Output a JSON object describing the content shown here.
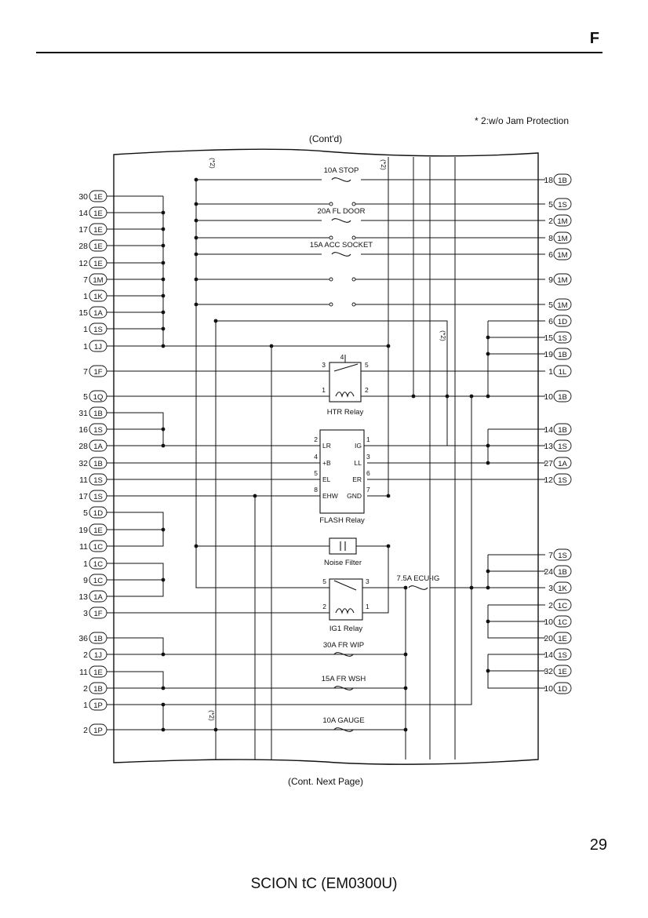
{
  "header": {
    "section": "F"
  },
  "footer": {
    "page_number": "29",
    "doc_title": "SCION tC (EM0300U)"
  },
  "diagram": {
    "note": "* 2:w/o Jam Protection",
    "cont_top": "(Cont'd)",
    "cont_bottom": "(Cont. Next Page)",
    "marker": "(*2)",
    "left_pins": [
      {
        "num": "30",
        "conn": "1E"
      },
      {
        "num": "14",
        "conn": "1E"
      },
      {
        "num": "17",
        "conn": "1E"
      },
      {
        "num": "28",
        "conn": "1E"
      },
      {
        "num": "12",
        "conn": "1E"
      },
      {
        "num": "7",
        "conn": "1M"
      },
      {
        "num": "1",
        "conn": "1K"
      },
      {
        "num": "15",
        "conn": "1A"
      },
      {
        "num": "1",
        "conn": "1S"
      },
      {
        "num": "1",
        "conn": "1J"
      },
      {
        "num": "7",
        "conn": "1F"
      },
      {
        "num": "5",
        "conn": "1Q"
      },
      {
        "num": "31",
        "conn": "1B"
      },
      {
        "num": "16",
        "conn": "1S"
      },
      {
        "num": "28",
        "conn": "1A"
      },
      {
        "num": "32",
        "conn": "1B"
      },
      {
        "num": "11",
        "conn": "1S"
      },
      {
        "num": "17",
        "conn": "1S"
      },
      {
        "num": "5",
        "conn": "1D"
      },
      {
        "num": "19",
        "conn": "1E"
      },
      {
        "num": "11",
        "conn": "1C"
      },
      {
        "num": "1",
        "conn": "1C"
      },
      {
        "num": "9",
        "conn": "1C"
      },
      {
        "num": "13",
        "conn": "1A"
      },
      {
        "num": "3",
        "conn": "1F"
      },
      {
        "num": "36",
        "conn": "1B"
      },
      {
        "num": "2",
        "conn": "1J"
      },
      {
        "num": "11",
        "conn": "1E"
      },
      {
        "num": "2",
        "conn": "1B"
      },
      {
        "num": "1",
        "conn": "1P"
      },
      {
        "num": "2",
        "conn": "1P"
      }
    ],
    "right_pins": [
      {
        "num": "18",
        "conn": "1B"
      },
      {
        "num": "5",
        "conn": "1S"
      },
      {
        "num": "2",
        "conn": "1M"
      },
      {
        "num": "8",
        "conn": "1M"
      },
      {
        "num": "6",
        "conn": "1M"
      },
      {
        "num": "9",
        "conn": "1M"
      },
      {
        "num": "5",
        "conn": "1M"
      },
      {
        "num": "6",
        "conn": "1D"
      },
      {
        "num": "15",
        "conn": "1S"
      },
      {
        "num": "19",
        "conn": "1B"
      },
      {
        "num": "1",
        "conn": "1L"
      },
      {
        "num": "10",
        "conn": "1B"
      },
      {
        "num": "14",
        "conn": "1B"
      },
      {
        "num": "13",
        "conn": "1S"
      },
      {
        "num": "27",
        "conn": "1A"
      },
      {
        "num": "12",
        "conn": "1S"
      },
      {
        "num": "7",
        "conn": "1S"
      },
      {
        "num": "24",
        "conn": "1B"
      },
      {
        "num": "3",
        "conn": "1K"
      },
      {
        "num": "2",
        "conn": "1C"
      },
      {
        "num": "10",
        "conn": "1C"
      },
      {
        "num": "20",
        "conn": "1E"
      },
      {
        "num": "14",
        "conn": "1S"
      },
      {
        "num": "32",
        "conn": "1E"
      },
      {
        "num": "10",
        "conn": "1D"
      }
    ],
    "fuses": {
      "stop": "10A STOP",
      "fl_door": "20A FL DOOR",
      "acc_socket": "15A ACC SOCKET",
      "ecu_ig": "7.5A ECU-IG",
      "fr_wip": "30A FR WIP",
      "fr_wsh": "15A FR WSH",
      "gauge": "10A GAUGE"
    },
    "htr_relay": {
      "label": "HTR Relay",
      "pins": [
        "4",
        "3",
        "5",
        "1",
        "2"
      ]
    },
    "flash_relay": {
      "label": "FLASH Relay",
      "pins": [
        "2",
        "4",
        "5",
        "8",
        "1",
        "3",
        "6",
        "7"
      ],
      "terms": [
        "LR",
        "+B",
        "EL",
        "EHW",
        "IG",
        "LL",
        "ER",
        "GND"
      ]
    },
    "noise_filter": {
      "label": "Noise Filter"
    },
    "ig1_relay": {
      "label": "IG1 Relay",
      "pins": [
        "5",
        "3",
        "2",
        "1"
      ]
    }
  }
}
